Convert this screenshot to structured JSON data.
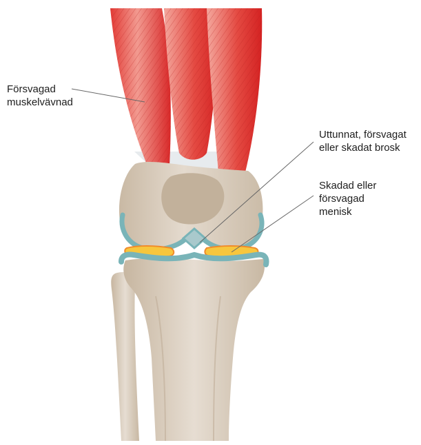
{
  "labels": {
    "muscle": [
      "Försvagad",
      "muskelvävnad"
    ],
    "cartilage": [
      "Uttunnat, försvagat",
      "eller skadat brosk"
    ],
    "meniscus": [
      "Skadad eller",
      "försvagad",
      "menisk"
    ]
  },
  "colors": {
    "muscle_red": "#dc2a2a",
    "muscle_light": "#f08a82",
    "bone": "#d9ccbb",
    "bone_shade": "#bfae97",
    "cartilage_teal": "#79b4b8",
    "meniscus_yellow": "#f7c63d",
    "meniscus_orange": "#f08a2a",
    "tendon": "#e6eaec",
    "leader_line": "#666666"
  },
  "icons": {
    "figure": "knee-joint-illustration"
  }
}
